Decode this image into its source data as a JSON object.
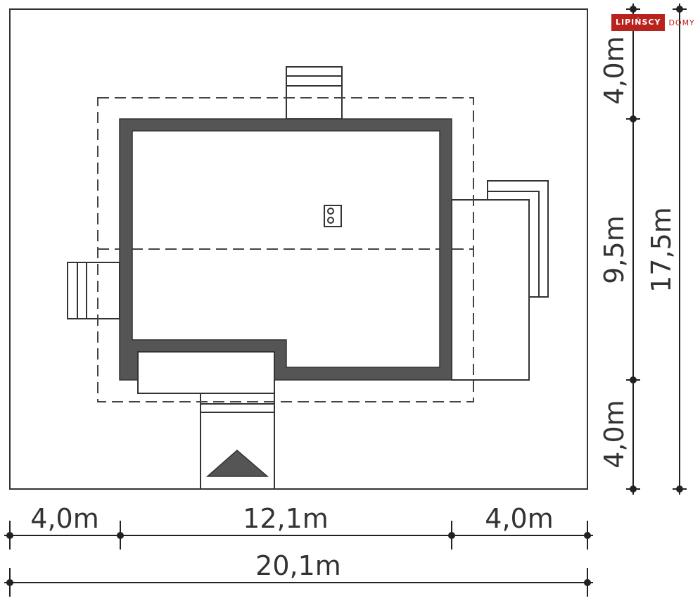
{
  "logo": {
    "brand": "LIPIŃSCY",
    "suffix": "DOMY"
  },
  "dimensions": {
    "left_setback": "4,0m",
    "house_width": "12,1m",
    "right_setback": "4,0m",
    "total_width": "20,1m",
    "top_setback": "4,0m",
    "house_depth": "9,5m",
    "bottom_setback": "4,0m",
    "total_depth": "17,5m"
  },
  "colors": {
    "wall": "#555555",
    "brand": "#b8231e"
  }
}
